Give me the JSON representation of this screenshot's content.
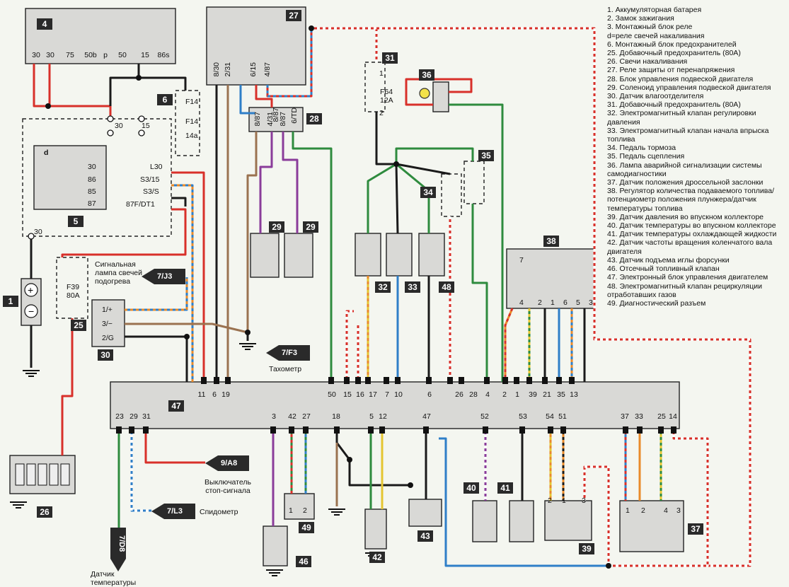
{
  "legend": [
    "1. Аккумуляторная батарея",
    "2. Замок зажигания",
    "3. Монтажный блок реле",
    "d=реле свечей накаливания",
    "6. Монтажный блок предохранителей",
    "25. Добавочный предохранитель (80А)",
    "26. Свечи накаливания",
    "27. Реле защиты от перенапряжения",
    "28. Блок управления подвеской двигателя",
    "29. Соленоид управления подвеской двигателя",
    "30. Датчик влагоотделителя",
    "31. Добавочный предохранитель (80А)",
    "32. Электромагнитный клапан регулировки давления",
    "33. Электромагнитный клапан начала впрыска топлива",
    "34. Педаль тормоза",
    "35. Педаль сцепления",
    "36. Лампа аварийной сигнализации системы самодиагностики",
    "37. Датчик положения дроссельной заслонки",
    "38. Регулятор количества подаваемого топлива/потенциометр положения плунжера/датчик температуры топлива",
    "39. Датчик давления во впускном коллекторе",
    "40. Датчик температуры во впускном коллекторе",
    "41. Датчик температуры охлаждающей жидкости",
    "42. Датчик частоты вращения коленчатого вала двигателя",
    "43. Датчик подъема иглы форсунки",
    "46. Отсечный топливный клапан",
    "47. Электронный блок управления двигателем",
    "48. Электромагнитный клапан рециркуляции отработавших газов",
    "49. Диагностический разъем"
  ],
  "components": {
    "c4": {
      "id": "4",
      "pins": [
        "30",
        "30",
        "75",
        "50b",
        "p",
        "50",
        "15",
        "86s"
      ]
    },
    "c27": {
      "id": "27",
      "pins": [
        "8/30",
        "2/31",
        "6/15",
        "4/87"
      ]
    },
    "c31": {
      "id": "31",
      "fuse": "F64",
      "rating": "12A",
      "pins": [
        "1",
        "2"
      ]
    },
    "c36": {
      "id": "36"
    },
    "c6": {
      "id": "6",
      "fuse_top": "F14",
      "fuse_mid": "F14",
      "fuse_bot": "14a"
    },
    "c28": {
      "id": "28",
      "pins_top": [
        "8/87",
        "6/TD"
      ],
      "pins_bot": [
        "8/87",
        "4/31",
        "8/87"
      ]
    },
    "c5": {
      "id": "5",
      "relay": "d",
      "relay_pins": [
        "30",
        "86",
        "85",
        "87"
      ],
      "terms": [
        "L30",
        "S3/15",
        "S3/S",
        "87F/DT1"
      ],
      "top_pins": [
        "30",
        "15"
      ],
      "bottom_pin": "30"
    },
    "c1": {
      "id": "1"
    },
    "c25": {
      "id": "25",
      "fuse": "F39",
      "rating": "80A"
    },
    "c30": {
      "id": "30",
      "pins": [
        "1/+",
        "3/−",
        "2/G"
      ]
    },
    "c26": {
      "id": "26"
    },
    "c29a": {
      "id": "29"
    },
    "c29b": {
      "id": "29"
    },
    "c32": {
      "id": "32"
    },
    "c33": {
      "id": "33"
    },
    "c48": {
      "id": "48"
    },
    "c34": {
      "id": "34"
    },
    "c35": {
      "id": "35"
    },
    "c38": {
      "id": "38",
      "pins": [
        "4",
        "2",
        "1",
        "6",
        "5",
        "3"
      ],
      "top": "7"
    },
    "c47": {
      "id": "47"
    },
    "c40": {
      "id": "40"
    },
    "c41": {
      "id": "41"
    },
    "c39": {
      "id": "39",
      "pins": [
        "2",
        "1",
        "3"
      ]
    },
    "c37": {
      "id": "37",
      "pins": [
        "1",
        "2",
        "4",
        "3"
      ]
    },
    "c42": {
      "id": "42"
    },
    "c43": {
      "id": "43"
    },
    "c46": {
      "id": "46"
    },
    "c49": {
      "id": "49",
      "pins": [
        "1",
        "2"
      ]
    }
  },
  "ecu_top_pins": [
    "11",
    "6",
    "19",
    "50",
    "15",
    "16",
    "17",
    "7",
    "10",
    "6",
    "26",
    "28",
    "4",
    "2",
    "1",
    "39",
    "21",
    "35",
    "13"
  ],
  "ecu_bottom_pins": [
    "23",
    "29",
    "31",
    "3",
    "42",
    "27",
    "18",
    "5",
    "12",
    "47",
    "52",
    "53",
    "54",
    "51",
    "37",
    "33",
    "25",
    "14"
  ],
  "refs": {
    "j3": "7/J3",
    "f3": "7/F3",
    "a8": "9/A8",
    "l3": "7/L3",
    "d8": "7/D8"
  },
  "texts": {
    "glow_lamp": "Сигнальная лампа свечей подогрева",
    "tacho": "Тахометр",
    "brake_switch": "Выключатель стоп-сигнала",
    "speedo": "Спидометр",
    "temp_sensor": "Датчик температуры"
  },
  "colors": {
    "red": "#d8302a",
    "blue": "#2f7fc8",
    "green": "#2e8b3e",
    "brown": "#9a7250",
    "black": "#1a1a1a",
    "purple": "#8a3c9a",
    "orange": "#e98a2a",
    "yellow": "#e5c531",
    "box": "#d9d9d6"
  }
}
